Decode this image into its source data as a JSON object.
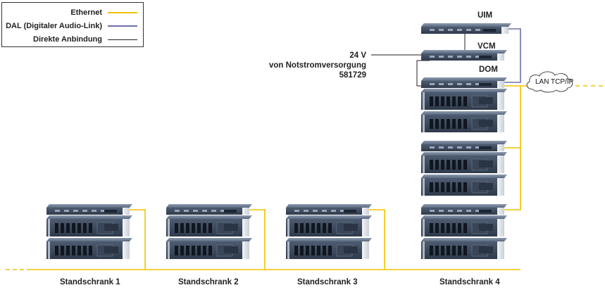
{
  "legend": {
    "items": [
      {
        "label": "Ethernet",
        "color": "#f2c200",
        "icon": "ethernet-line"
      },
      {
        "label": "DAL (Digitaler Audio-Link)",
        "color": "#6a72a8",
        "icon": "dal-line"
      },
      {
        "label": "Direkte Anbindung",
        "color": "#222222",
        "icon": "direct-line"
      }
    ]
  },
  "devices": {
    "uim": "UIM",
    "vcm": "VCM",
    "dom": "DOM"
  },
  "power": {
    "voltage": "24 V",
    "source": "von Notstromversorgung",
    "part_number": "581729"
  },
  "network": {
    "label": "LAN TCP/IP"
  },
  "cabinets": [
    {
      "label": "Standschrank 1"
    },
    {
      "label": "Standschrank 2"
    },
    {
      "label": "Standschrank 3"
    },
    {
      "label": "Standschrank 4"
    }
  ],
  "colors": {
    "ethernet": "#f2c200",
    "dal": "#6a72a8",
    "direct": "#222222",
    "rack_body": "#3c4a5e",
    "rack_front": "#56647a",
    "rack_silver": "#dfe3e8"
  }
}
